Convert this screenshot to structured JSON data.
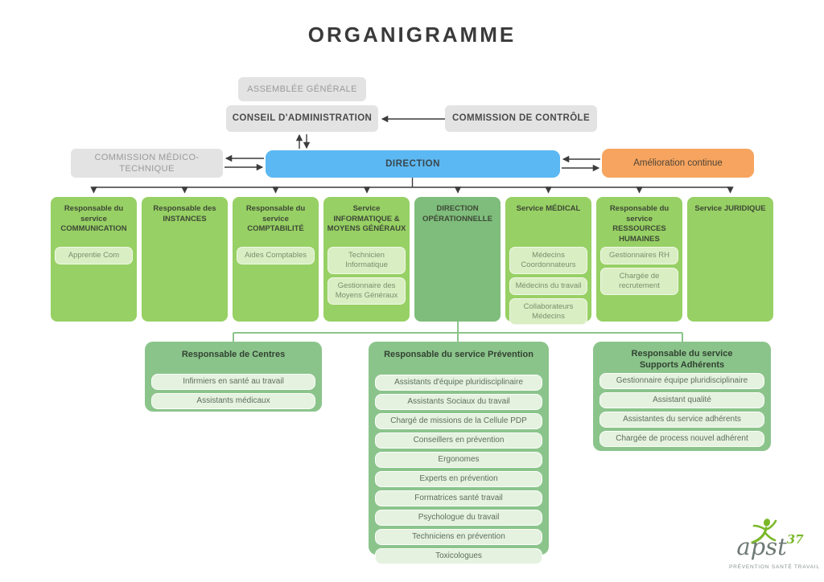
{
  "title": "ORGANIGRAMME",
  "top": {
    "assemblee": "ASSEMBLÉE GÉNÉRALE",
    "conseil": "CONSEIL D'ADMINISTRATION",
    "controle": "COMMISSION DE CONTRÔLE",
    "medico": "COMMISSION MÉDICO-TECHNIQUE",
    "direction": "DIRECTION",
    "amelioration": "Amélioration continue"
  },
  "colors": {
    "direction_blue": "#5cb8f2",
    "amelioration_orange": "#f6a45f",
    "department_green": "#97d064",
    "direction_operationnelle_green": "#7ebd7b",
    "group_green": "#8bc48b",
    "pill_light_green": "#d9eec3",
    "group_pill_light_green": "#e4f2df",
    "gray_box": "#e3e3e3"
  },
  "departments": [
    {
      "name": "Responsable du service COMMUNICATION",
      "variant": "light",
      "roles": [
        "Apprentie Com"
      ]
    },
    {
      "name": "Responsable des INSTANCES",
      "variant": "light",
      "roles": []
    },
    {
      "name": "Responsable du service COMPTABILITÉ",
      "variant": "light",
      "roles": [
        "Aides Comptables"
      ]
    },
    {
      "name": "Service INFORMATIQUE & MOYENS GÉNÉRAUX",
      "variant": "light",
      "roles": [
        "Technicien Informatique",
        "Gestionnaire des Moyens Généraux"
      ]
    },
    {
      "name": "DIRECTION OPÉRATIONNELLE",
      "variant": "dark",
      "roles": []
    },
    {
      "name": "Service MÉDICAL",
      "variant": "light",
      "roles": [
        "Médecins Coordonnateurs",
        "Médecins du travail",
        "Collaborateurs Médecins"
      ]
    },
    {
      "name": "Responsable du service RESSOURCES HUMAINES",
      "variant": "light",
      "roles": [
        "Gestionnaires RH",
        "Chargée de recrutement"
      ]
    },
    {
      "name": "Service JURIDIQUE",
      "variant": "light",
      "roles": []
    }
  ],
  "groups": [
    {
      "name": "Responsable de Centres",
      "roles": [
        "Infirmiers en santé au travail",
        "Assistants médicaux"
      ]
    },
    {
      "name": "Responsable du service Prévention",
      "roles": [
        "Assistants d'équipe pluridisciplinaire",
        "Assistants Sociaux du travail",
        "Chargé de missions de la Cellule PDP",
        "Conseillers en prévention",
        "Ergonomes",
        "Experts en prévention",
        "Formatrices santé travail",
        "Psychologue du travail",
        "Techniciens en prévention",
        "Toxicologues"
      ]
    },
    {
      "name": "Responsable du service Supports Adhérents",
      "roles": [
        "Gestionnaire équipe pluridisciplinaire",
        "Assistant qualité",
        "Assistantes du service adhérents",
        "Chargée de process nouvel adhérent"
      ]
    }
  ],
  "logo": {
    "brand": "apst",
    "number": "37",
    "tagline": "PRÉVENTION SANTÉ TRAVAIL"
  }
}
